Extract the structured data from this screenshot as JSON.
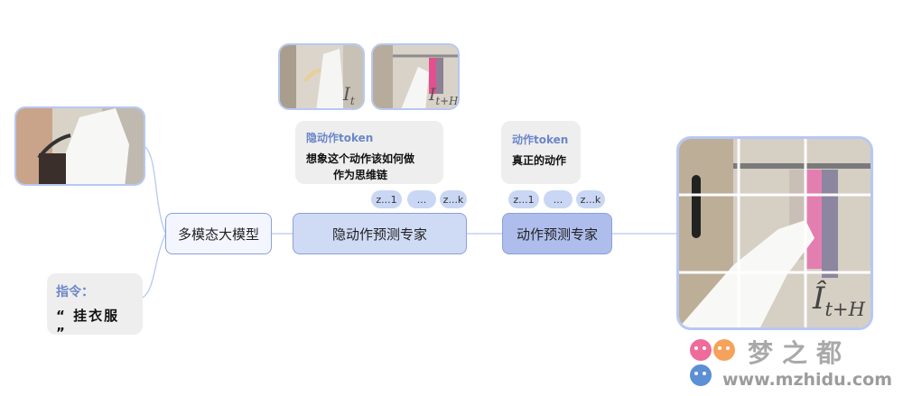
{
  "nodes": {
    "mllm": "多模态大模型",
    "latent_expert": "隐动作预测专家",
    "action_expert": "动作预测专家"
  },
  "latent_callout": {
    "title": "隐动作token",
    "line1": "想象这个动作该如何做",
    "line2": "作为思维链"
  },
  "action_callout": {
    "title": "动作token",
    "line1": "真正的动作"
  },
  "latent_tokens": [
    "z...1",
    "...",
    "z...k"
  ],
  "action_tokens": [
    "z...1",
    "...",
    "z...k"
  ],
  "instruction": {
    "title": "指令：",
    "text": "“ 挂衣服 ”"
  },
  "frame_labels": {
    "current_base": "I",
    "current_sub": "t",
    "future_base": "I",
    "future_sub": "t+H",
    "predicted_base": "Î",
    "predicted_sub": "t+H"
  },
  "watermark": {
    "brand": "梦之都",
    "url": "www.mzhidu.com"
  },
  "colors": {
    "frame_border": "#b7c8f2",
    "accent_text": "#6b86c8",
    "node_fill_light": "#cfdaf5",
    "node_fill_mid": "#aebdec"
  }
}
